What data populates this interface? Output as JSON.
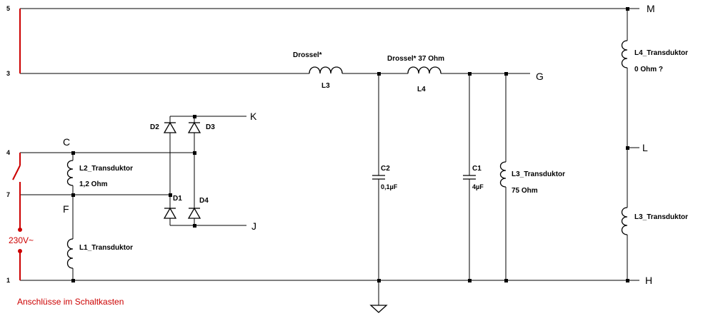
{
  "pins": {
    "p5": "5",
    "p3": "3",
    "p4": "4",
    "p7": "7",
    "p1": "1"
  },
  "nodes": {
    "C": "C",
    "F": "F",
    "K": "K",
    "J": "J",
    "G": "G",
    "M": "M",
    "L": "L",
    "H": "H"
  },
  "components": {
    "drossel1": {
      "name": "Drossel*",
      "ref": "L3"
    },
    "drossel2": {
      "name": "Drossel* 37 Ohm",
      "ref": "L4"
    },
    "c2": {
      "ref": "C2",
      "value": "0,1µF"
    },
    "c1": {
      "ref": "C1",
      "value": "4µF"
    },
    "l3_transduktor_mid": {
      "name": "L3_Transduktor",
      "value": "75 Ohm"
    },
    "l4_transduktor": {
      "name": "L4_Transduktor",
      "value": "0 Ohm ?"
    },
    "l3_transduktor_right": {
      "name": "L3_Transduktor"
    },
    "l2_transduktor": {
      "name": "L2_Transduktor",
      "value": "1,2 Ohm"
    },
    "l1_transduktor": {
      "name": "L1_Transduktor"
    },
    "diodes": {
      "d1": "D1",
      "d2": "D2",
      "d3": "D3",
      "d4": "D4"
    }
  },
  "mains_label": "230V~",
  "footer_note": "Anschlüsse im Schaltkasten",
  "colors": {
    "wire": "#000000",
    "mains": "#cc0000"
  }
}
